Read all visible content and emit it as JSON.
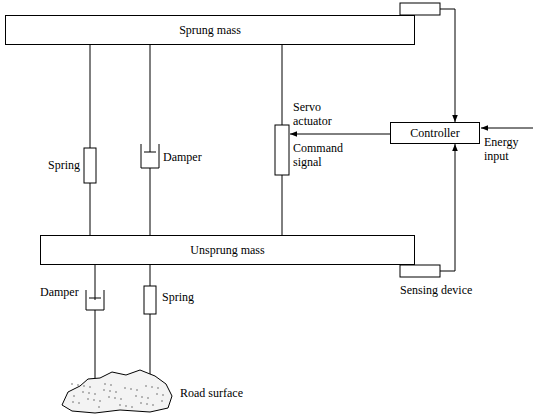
{
  "diagram": {
    "nodes": [
      {
        "text": [
          "Sprung mass"
        ]
      },
      {
        "text": [
          "Unsprung mass"
        ]
      },
      {
        "text": [
          "Controller"
        ]
      }
    ],
    "edges": [
      {
        "from": 0,
        "to": 2,
        "arrow": "to"
      },
      {
        "from": 1,
        "to": 2,
        "arrow": "to"
      }
    ],
    "labels": [
      "Spring",
      "Damper",
      "Servo actuator",
      "Command signal",
      "Energy input",
      "Sensing device",
      "Damper",
      "Spring",
      "Road surface"
    ]
  }
}
